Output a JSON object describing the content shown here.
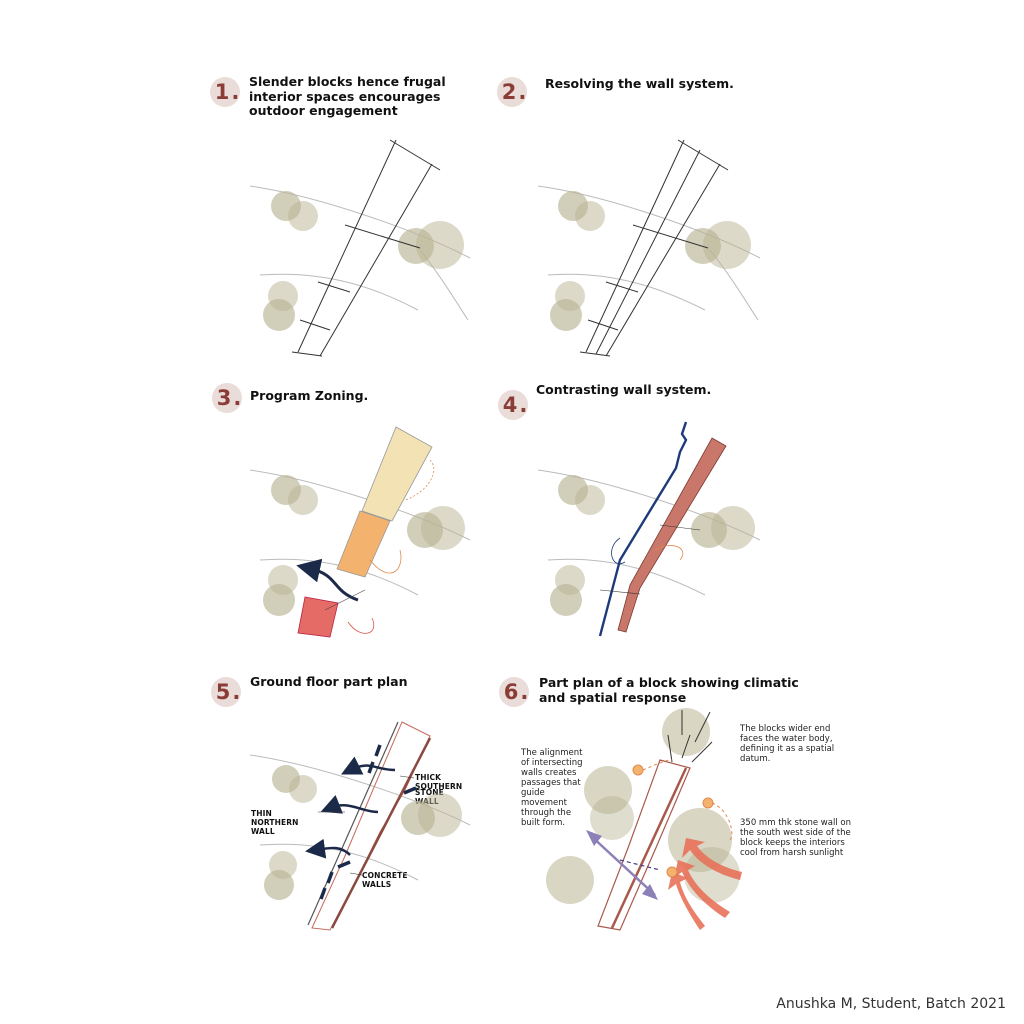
{
  "steps": [
    {
      "number": "1",
      "title": "Slender blocks hence frugal interior spaces encourages outdoor engagement"
    },
    {
      "number": "2",
      "title": "Resolving the wall system."
    },
    {
      "number": "3",
      "title": "Program Zoning."
    },
    {
      "number": "4",
      "title": "Contrasting wall system."
    },
    {
      "number": "5",
      "title": "Ground floor part plan"
    },
    {
      "number": "6",
      "title": "Part plan of a block showing climatic and spatial response"
    }
  ],
  "plan5": {
    "thick_southern": "THICK SOUTHERN",
    "stone_wall": "STONE WALL",
    "thin_northern": "THIN NORTHERN WALL",
    "concrete_walls": "CONCRETE WALLS"
  },
  "plan6": {
    "note_alignment": "The alignment of intersecting walls creates passages that guide movement through the built form.",
    "note_wider_end": "The blocks wider end faces the water body, defining it as a spatial datum.",
    "note_stone_wall": "350 mm thk stone wall on the south west side of the block keeps the interiors cool from harsh sunlight"
  },
  "credit": "Anushka M, Student, Batch 2021",
  "colors": {
    "badge_bg": "#e9dcd9",
    "badge_text": "#8a3d36",
    "tree": "#b9b493",
    "zone_yellow": "#f2e2b4",
    "zone_orange": "#f3b36f",
    "zone_red": "#e46b66",
    "thin_wall_blue": "#1f3a7a",
    "thick_wall_brick": "#c9776a",
    "wind_arrow": "#e8715a",
    "movement_arrow": "#8c80b8"
  }
}
